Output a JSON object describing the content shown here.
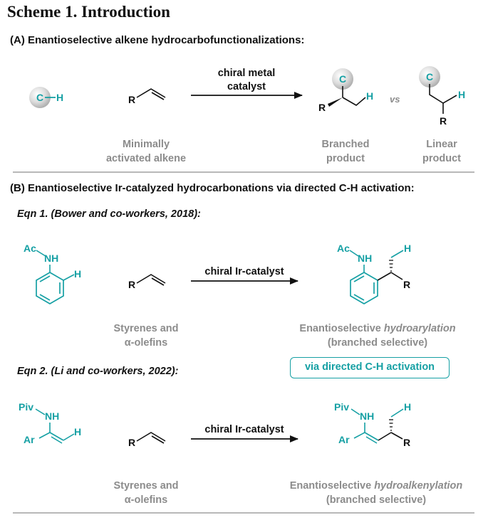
{
  "title": "Scheme 1. Introduction",
  "section_a": {
    "heading": "(A) Enantioselective alkene hydrocarbofunctionalizations:",
    "reagent_label": "C—H",
    "alkene_label": "R",
    "arrow_label_line1": "chiral metal",
    "arrow_label_line2": "catalyst",
    "alkene_caption": [
      "Minimally",
      "activated alkene"
    ],
    "branched_caption": [
      "Branched",
      "product"
    ],
    "linear_caption": [
      "Linear",
      "product"
    ],
    "vs": "vs",
    "c_atom": "C",
    "h_atom": "H",
    "r_group": "R"
  },
  "section_b": {
    "heading": "(B) Enantioselective Ir-catalyzed hydrocarbonations via directed C-H activation:",
    "eqn1": {
      "label": "Eqn 1. (Bower and co-workers, 2018):",
      "arrow_label": "chiral Ir-catalyst",
      "substrate_caption": [
        "Styrenes and",
        "α-olefins"
      ],
      "product_caption_prefix": "Enantioselective ",
      "product_caption_italic": "hydroarylation",
      "product_caption_line2": "(branched selective)",
      "acyl": "Ac",
      "nh": "NH"
    },
    "badge": "via directed C-H activation",
    "eqn2": {
      "label": "Eqn 2. (Li and co-workers, 2022):",
      "arrow_label": "chiral Ir-catalyst",
      "substrate_caption": [
        "Styrenes and",
        "α-olefins"
      ],
      "product_caption_prefix": "Enantioselective ",
      "product_caption_italic": "hydroalkenylation",
      "product_caption_line2": "(branched selective)",
      "acyl": "Piv",
      "nh": "NH",
      "aryl": "Ar"
    }
  },
  "colors": {
    "teal": "#16a0a4",
    "gray_text": "#8c8c8c",
    "black": "#111111",
    "rule": "#b8b8b8"
  }
}
